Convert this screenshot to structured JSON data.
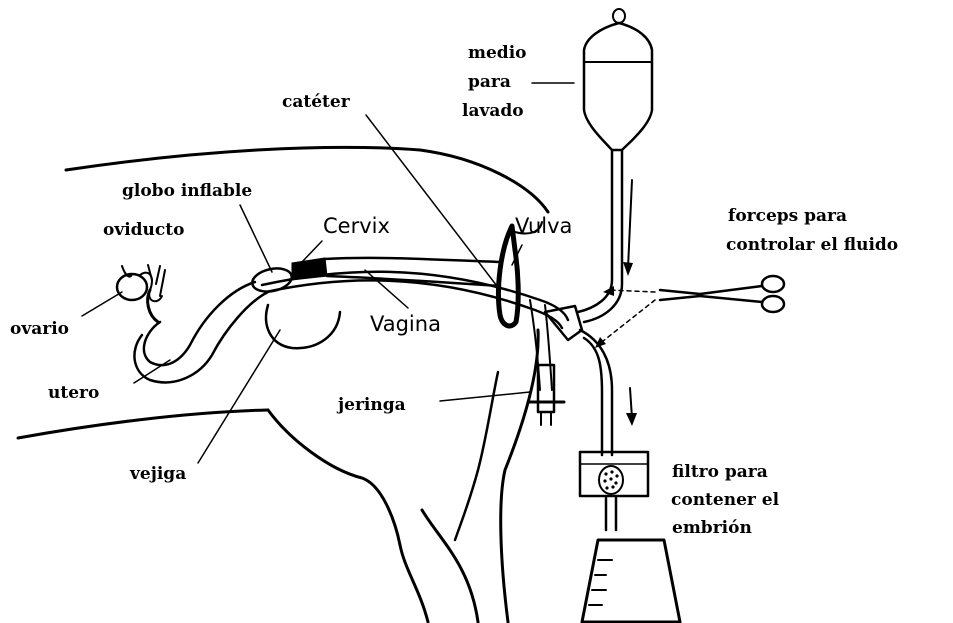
{
  "labels": {
    "medio": [
      "medio",
      "para",
      "lavado"
    ],
    "cateter": "catéter",
    "globo": "globo inflable",
    "oviducto": "oviducto",
    "cervix": "Cervix",
    "vulva": "Vulva",
    "forceps": [
      "forceps para",
      "controlar el fluido"
    ],
    "ovario": "ovario",
    "vagina": "Vagina",
    "utero": "utero",
    "jeringa": "jeringa",
    "vejiga": "vejiga",
    "filtro": [
      "filtro para",
      "contener el",
      "embrión"
    ]
  }
}
